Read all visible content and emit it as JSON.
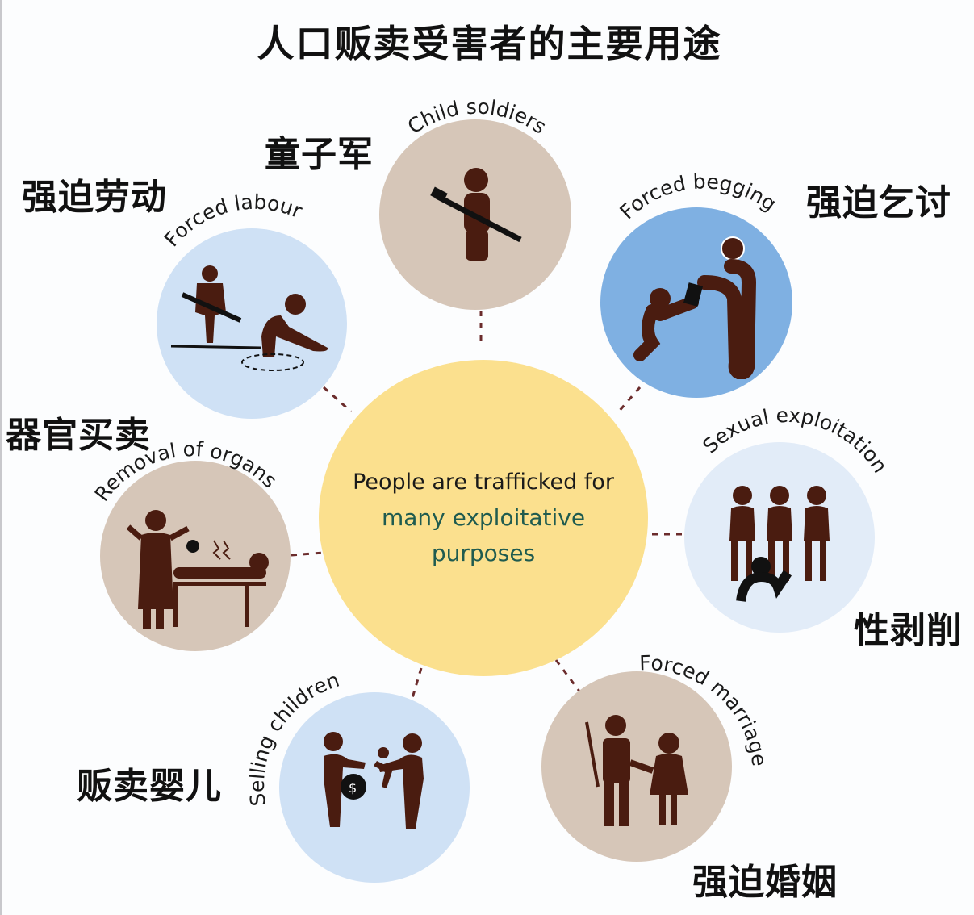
{
  "title": "人口贩卖受害者的主要用途",
  "center": {
    "line1": "People are trafficked for",
    "line2": "many exploitative",
    "line3": "purposes",
    "color": "#fbe08e",
    "accent_text_color": "#1f5b4f"
  },
  "purposes": [
    {
      "en": "Child soldiers",
      "zh": "童子军",
      "icon": "child-soldier-icon",
      "color": "#d6c6b8"
    },
    {
      "en": "Forced begging",
      "zh": "强迫乞讨",
      "icon": "begging-icon",
      "color": "#7fb0e2"
    },
    {
      "en": "Sexual exploitation",
      "zh": "性剥削",
      "icon": "sexual-exploitation-icon",
      "color": "#e2ecf8"
    },
    {
      "en": "Forced marriage",
      "zh": "强迫婚姻",
      "icon": "forced-marriage-icon",
      "color": "#d6c6b8"
    },
    {
      "en": "Selling children",
      "zh": "贩卖婴儿",
      "icon": "selling-children-icon",
      "color": "#cfe1f5"
    },
    {
      "en": "Removal of organs",
      "zh": "器官买卖",
      "icon": "organ-removal-icon",
      "color": "#d6c6b8"
    },
    {
      "en": "Forced labour",
      "zh": "强迫劳动",
      "icon": "forced-labour-icon",
      "color": "#cfe1f5"
    }
  ]
}
